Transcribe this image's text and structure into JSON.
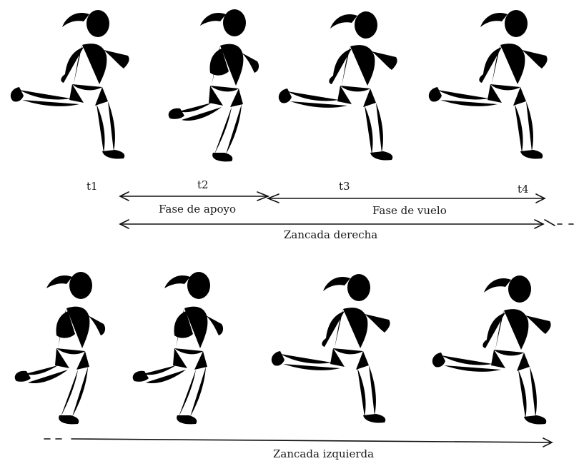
{
  "labels": {
    "t1": "t1",
    "t2": "t2",
    "t3": "t3",
    "t4": "t4",
    "support_phase": "Fase de apoyo",
    "flight_phase": "Fase de vuelo",
    "right_stride": "Zancada derecha",
    "left_stride": "Zancada izquierda"
  },
  "figures": {
    "top_row": [
      "runner-1",
      "runner-2",
      "runner-3",
      "runner-4"
    ],
    "bottom_row": [
      "runner-5",
      "runner-6",
      "runner-7",
      "runner-8"
    ]
  }
}
